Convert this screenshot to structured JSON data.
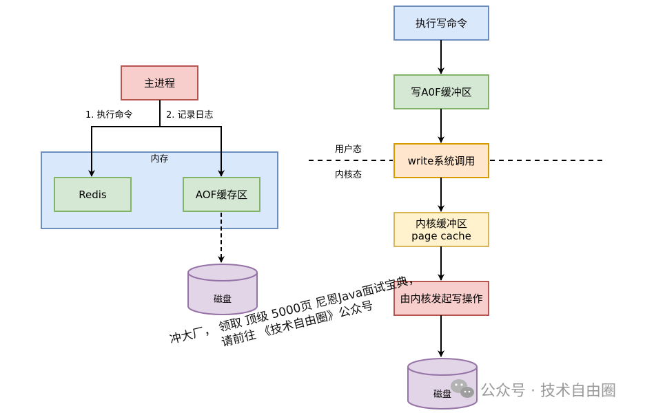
{
  "left": {
    "main_process": "主进程",
    "edge_exec": "1. 执行命令",
    "edge_log": "2. 记录日志",
    "memory_label": "内存",
    "redis": "Redis",
    "aof_buffer": "AOF缓存区",
    "disk": "磁盘"
  },
  "right": {
    "exec_write_cmd": "执行写命令",
    "write_aof_buffer": "写A0F缓冲区",
    "write_syscall": "write系统调用",
    "user_mode": "用户态",
    "kernel_mode": "内核态",
    "kernel_buffer_line1": "内核缓冲区",
    "kernel_buffer_line2": "page cache",
    "kernel_write": "由内核发起写操作",
    "disk": "磁盘"
  },
  "watermark": {
    "line1": "冲大厂， 领取 顶级  5000页 尼恩Java面试宝典，",
    "line2": "请前往 《技术自由圈》公众号"
  },
  "brand": {
    "text": "公众号 · 技术自由圈",
    "icon": "wechat-icon"
  },
  "colors": {
    "red_fill": "#f8cecc",
    "red_stroke": "#b85450",
    "blue_fill": "#dae8fc",
    "blue_stroke": "#6c8ebf",
    "green_fill": "#d5e8d4",
    "green_stroke": "#82b366",
    "orange_fill": "#ffe6cc",
    "orange_stroke": "#d79b00",
    "yellow_fill": "#fff2cc",
    "yellow_stroke": "#d6b656",
    "purple_fill": "#e1d5e7",
    "purple_stroke": "#9673a6"
  }
}
